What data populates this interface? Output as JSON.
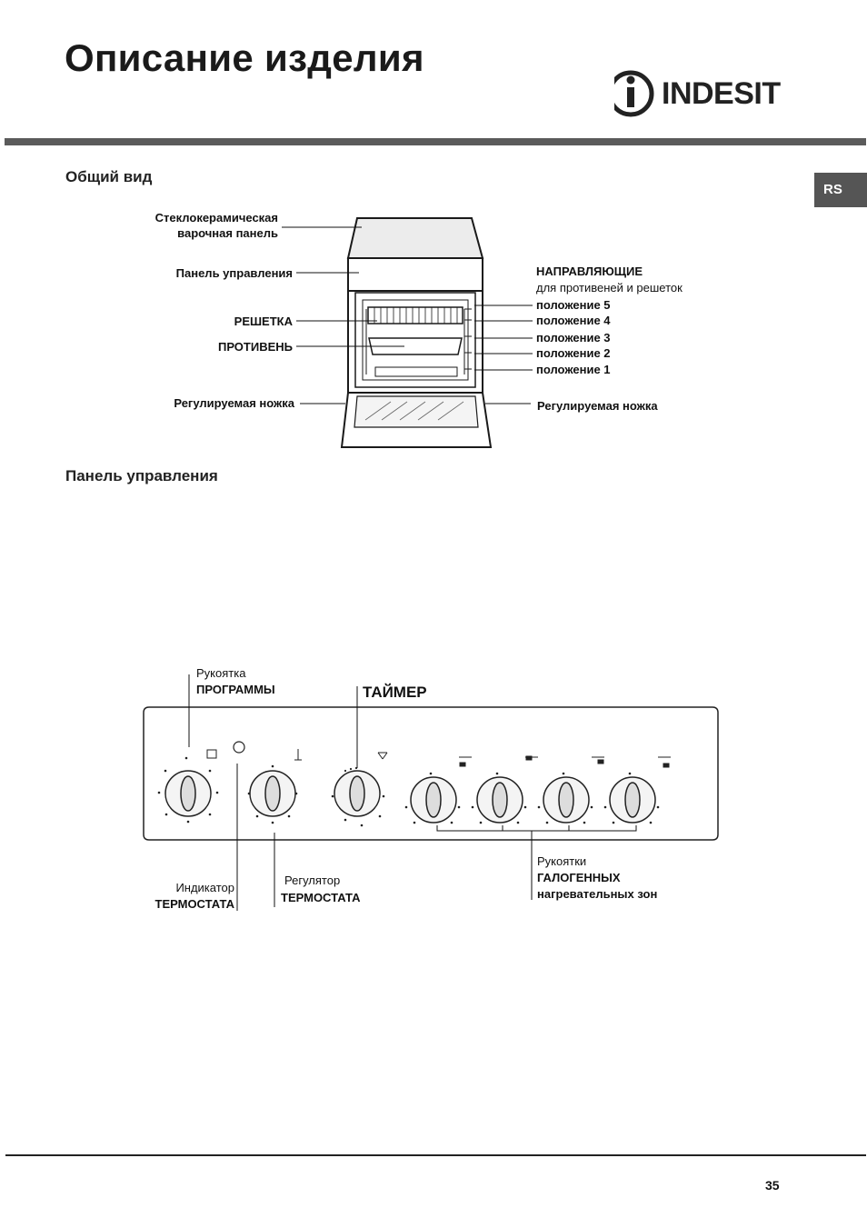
{
  "header": {
    "title": "Описание изделия",
    "brand": "INDESIT",
    "language_tab": "RS"
  },
  "general_view": {
    "title": "Общий вид",
    "labels_left": {
      "glass_ceramic_1": "Стеклокерамическая",
      "glass_ceramic_2": "варочная панель",
      "control_panel": "Панель управления",
      "rack": "РЕШЕТКА",
      "tray": "ПРОТИВЕНЬ",
      "adjustable_foot": "Регулируемая ножка"
    },
    "labels_right": {
      "guides_title": "НАПРАВЛЯЮЩИЕ",
      "guides_sub": "для противеней и решеток",
      "pos5": "положение 5",
      "pos4": "положение 4",
      "pos3": "положение 3",
      "pos2": "положение 2",
      "pos1": "положение 1",
      "adjustable_foot": "Регулируемая ножка"
    }
  },
  "control_panel": {
    "title": "Панель управления",
    "program_knob_1": "Рукоятка",
    "program_knob_2": "ПРОГРАММЫ",
    "timer": "ТАЙМЕР",
    "indicator_1": "Индикатор",
    "indicator_2": "ТЕРМОСТАТА",
    "regulator_1": "Регулятор",
    "regulator_2": "ТЕРМОСТАТА",
    "halogen_1": "Рукоятки",
    "halogen_2": "ГАЛОГЕННЫХ",
    "halogen_3": "нагревательных зон"
  },
  "footer": {
    "page_number": "35"
  }
}
